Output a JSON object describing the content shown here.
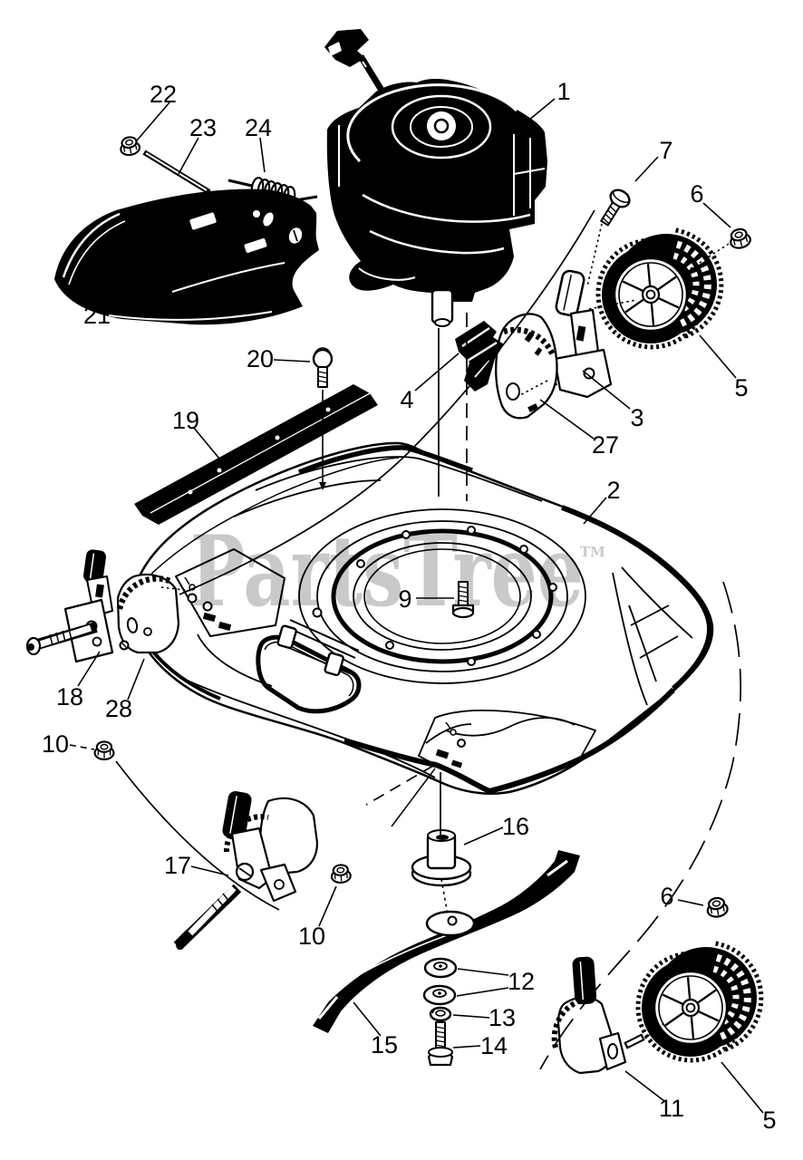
{
  "diagram": {
    "ink_color": "#000000",
    "paper_color": "#ffffff",
    "kind": "exploded-parts-diagram"
  },
  "watermark": {
    "text": "PartsTree",
    "tm": "TM",
    "color": "#c9c9c9"
  },
  "callouts": [
    {
      "label": "22"
    },
    {
      "label": "23"
    },
    {
      "label": "24"
    },
    {
      "label": "1"
    },
    {
      "label": "7"
    },
    {
      "label": "6"
    },
    {
      "label": "5"
    },
    {
      "label": "3"
    },
    {
      "label": "27"
    },
    {
      "label": "4"
    },
    {
      "label": "2"
    },
    {
      "label": "21"
    },
    {
      "label": "20"
    },
    {
      "label": "19"
    },
    {
      "label": "9"
    },
    {
      "label": "18"
    },
    {
      "label": "28"
    },
    {
      "label": "10"
    },
    {
      "label": "17"
    },
    {
      "label": "10"
    },
    {
      "label": "16"
    },
    {
      "label": "15"
    },
    {
      "label": "12"
    },
    {
      "label": "13"
    },
    {
      "label": "14"
    },
    {
      "label": "6"
    },
    {
      "label": "11"
    },
    {
      "label": "5"
    }
  ]
}
